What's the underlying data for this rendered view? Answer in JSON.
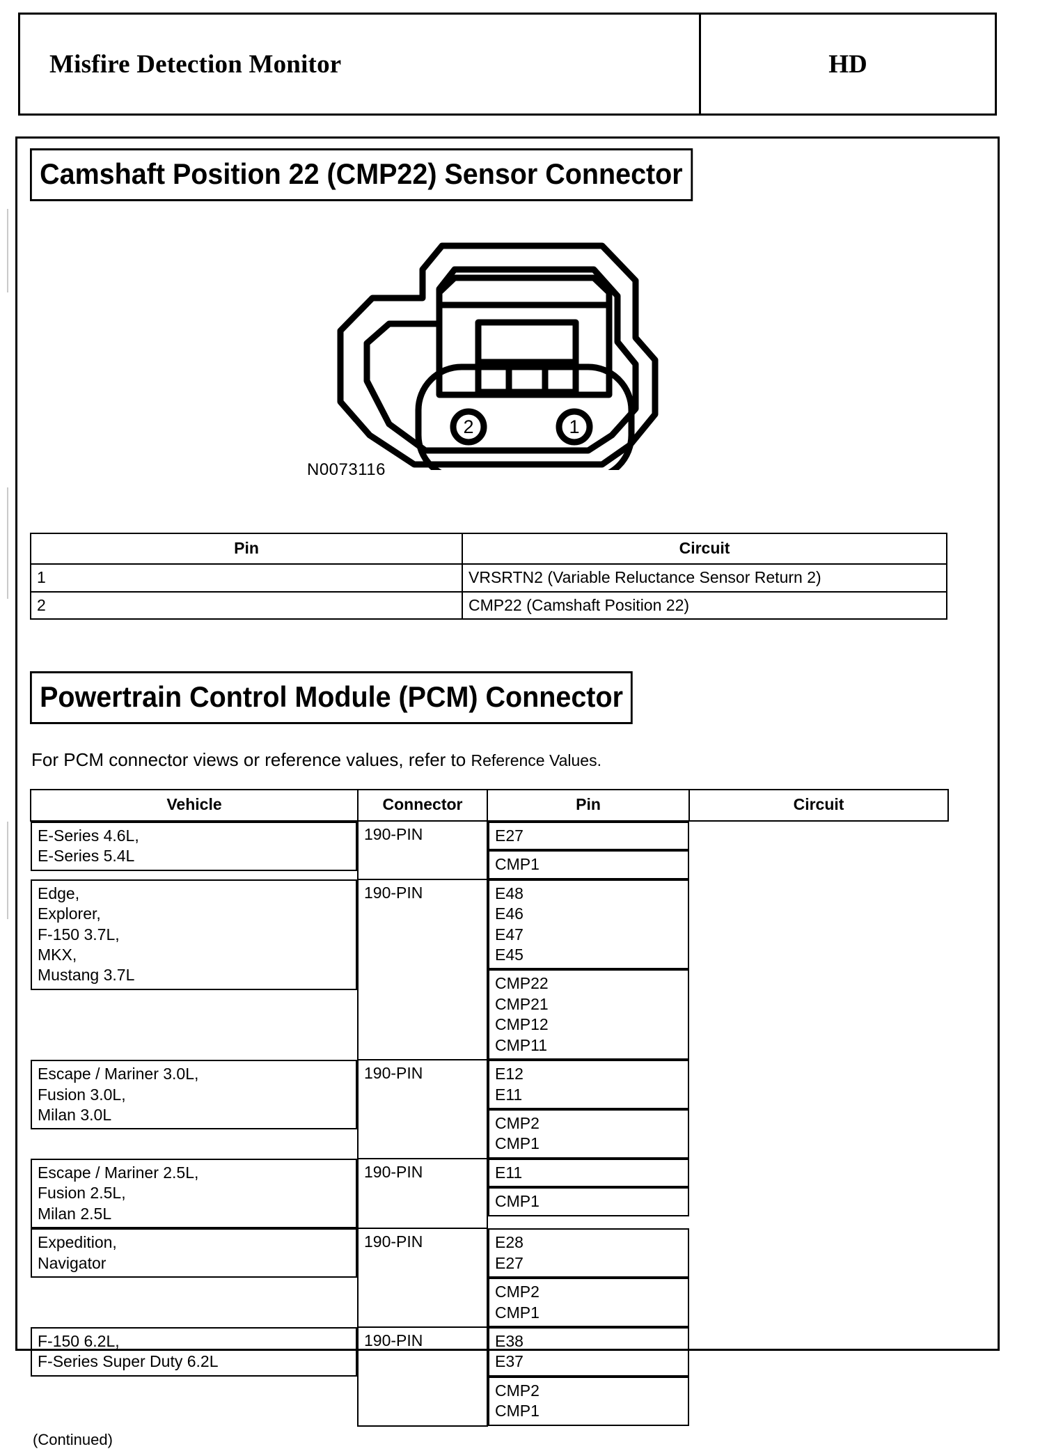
{
  "header": {
    "title": "Misfire Detection Monitor",
    "code": "HD"
  },
  "sections": [
    {
      "title": "Camshaft Position 22 (CMP22) Sensor Connector",
      "diagram": {
        "part_number": "N0073116",
        "pin_labels": [
          "2",
          "1"
        ]
      },
      "table": {
        "headers": [
          "Pin",
          "Circuit"
        ],
        "rows": [
          {
            "pin": "1",
            "circuit": "VRSRTN2 (Variable Reluctance Sensor Return 2)"
          },
          {
            "pin": "2",
            "circuit": "CMP22 (Camshaft Position 22)"
          }
        ]
      }
    },
    {
      "title": "Powertrain Control Module (PCM) Connector",
      "note_main": "For PCM connector views or reference values, refer to ",
      "note_ref": "Reference Values.",
      "table": {
        "headers": [
          "Vehicle",
          "Connector",
          "Pin",
          "Circuit"
        ],
        "rows": [
          {
            "vehicle": "E-Series 4.6L,\nE-Series 5.4L",
            "connector": "190-PIN",
            "pin": "E27",
            "circuit": "CMP1"
          },
          {
            "vehicle": "Edge,\nExplorer,\nF-150 3.7L,\nMKX,\nMustang 3.7L",
            "connector": "190-PIN",
            "pin": "E48\nE46\nE47\nE45",
            "circuit": "CMP22\nCMP21\nCMP12\nCMP11"
          },
          {
            "vehicle": "Escape / Mariner 3.0L,\nFusion 3.0L,\nMilan 3.0L",
            "connector": "190-PIN",
            "pin": "E12\nE11",
            "circuit": "CMP2\nCMP1"
          },
          {
            "vehicle": "Escape / Mariner 2.5L,\nFusion 2.5L,\nMilan 2.5L",
            "connector": "190-PIN",
            "pin": "E11",
            "circuit": "CMP1"
          },
          {
            "vehicle": "Expedition,\nNavigator",
            "connector": "190-PIN",
            "pin": "E28\nE27",
            "circuit": "CMP2\nCMP1"
          },
          {
            "vehicle": "F-150 6.2L,\nF-Series Super Duty 6.2L",
            "connector": "190-PIN",
            "pin": "E38\nE37",
            "circuit": "CMP2\nCMP1"
          }
        ],
        "footer": "(Continued)"
      }
    }
  ],
  "colors": {
    "ink": "#000000",
    "paper": "#ffffff"
  }
}
